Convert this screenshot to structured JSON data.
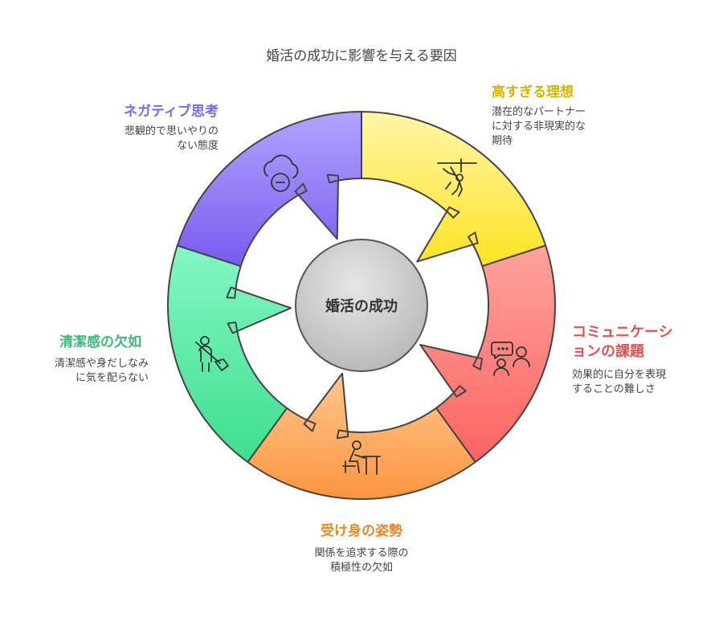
{
  "title": "婚活の成功に影響を与える要因",
  "center_label": "婚活の成功",
  "colors": {
    "purple": "#7b68ee",
    "yellow": "#d6b400",
    "red": "#e05252",
    "orange": "#e5892b",
    "green": "#3dbb7b"
  },
  "factors": [
    {
      "title": "ネガティブ思考",
      "desc_lines": [
        "悲観的で思いやりの",
        "ない態度"
      ],
      "icon": "cloud-minus-icon",
      "color": "#7b68ee"
    },
    {
      "title": "高すぎる理想",
      "desc_lines": [
        "潜在的なパートナー",
        "に対する非現実的な",
        "期待"
      ],
      "icon": "climbing-person-icon",
      "color": "#d6b400"
    },
    {
      "title_lines": [
        "コミュニケーシ",
        "ョンの課題"
      ],
      "desc_lines": [
        "効果的に自分を表現",
        "することの難しさ"
      ],
      "icon": "people-chat-icon",
      "color": "#e05252"
    },
    {
      "title": "受け身の姿勢",
      "desc_lines": [
        "関係を追求する際の",
        "積極性の欠如"
      ],
      "icon": "person-at-desk-icon",
      "color": "#e5892b"
    },
    {
      "title": "清潔感の欠如",
      "desc_lines": [
        "清潔感や身だしなみ",
        "に気を配らない"
      ],
      "icon": "person-with-broom-icon",
      "color": "#3dbb7b"
    }
  ]
}
